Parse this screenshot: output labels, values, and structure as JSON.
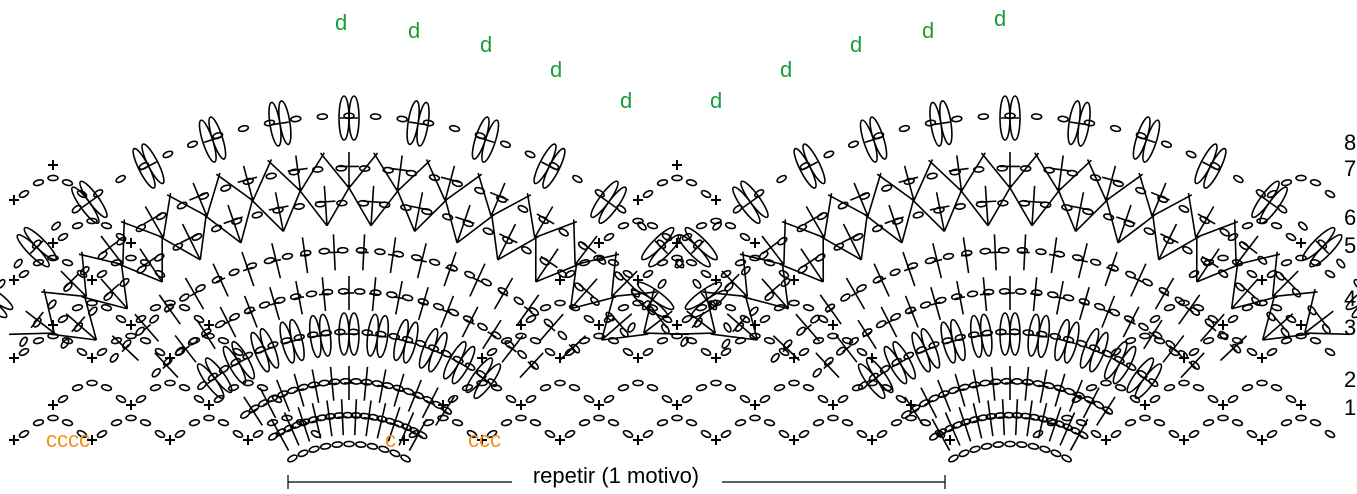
{
  "row_numbers": [
    "8",
    "7",
    "6",
    "5",
    "4",
    "3",
    "2",
    "1"
  ],
  "markers": {
    "d": "d",
    "c_group_left": "cccc",
    "c_single": "c",
    "c_group_mid": "ccc"
  },
  "repeat": {
    "label": "repetir (1 motivo)"
  },
  "colors": {
    "ink": "#000000",
    "green_marker": "#1a9e3a",
    "orange_marker": "#f0921e"
  }
}
